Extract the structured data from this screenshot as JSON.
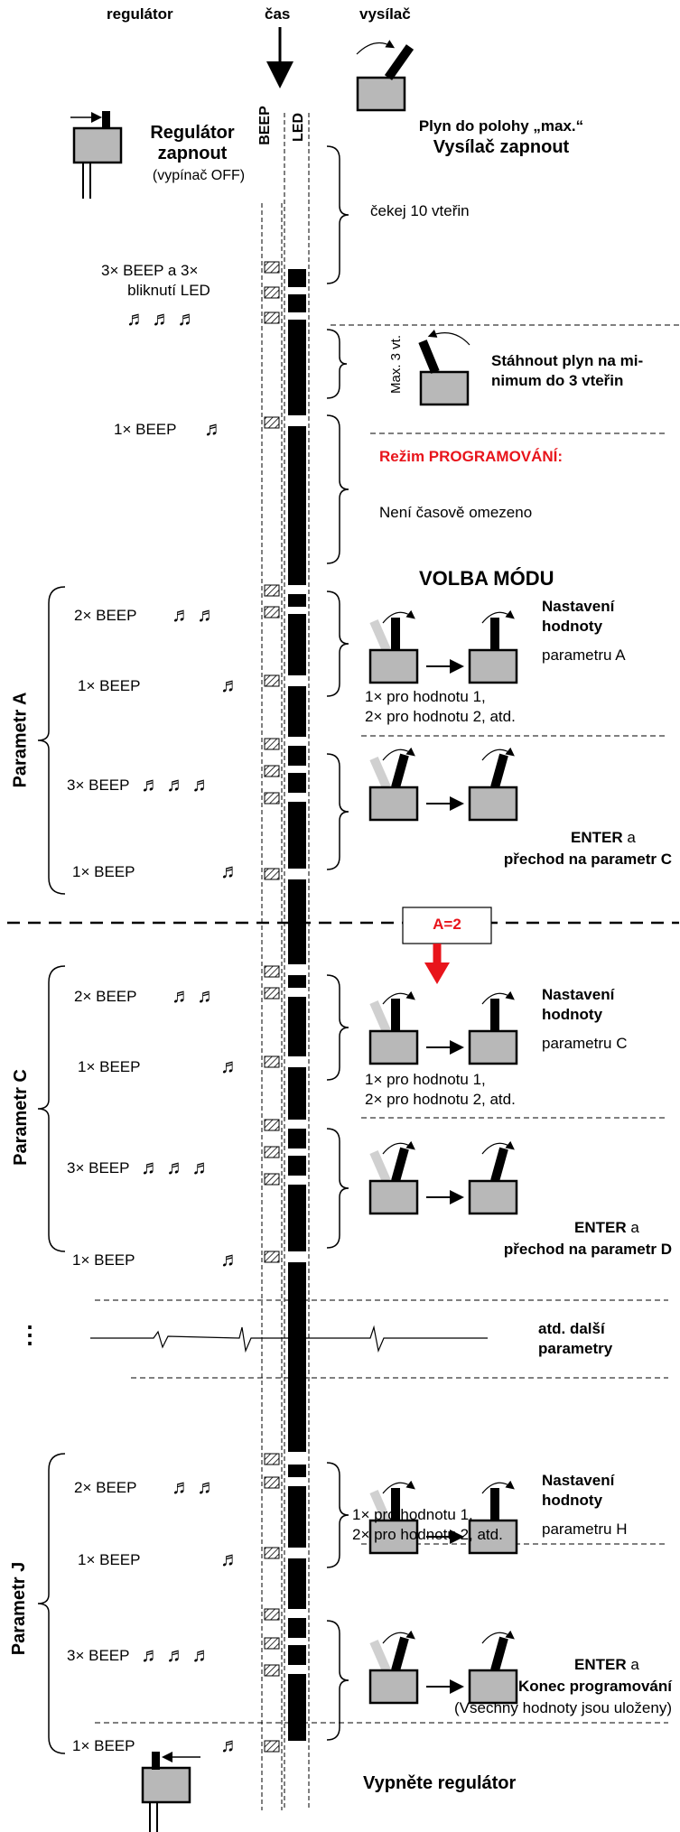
{
  "header": {
    "col_controller": "regulátor",
    "col_time": "čas",
    "col_transmitter": "vysílač",
    "beep_label": "BEEP",
    "led_label": "LED"
  },
  "start": {
    "controller_title": "Regulátor zapnout",
    "controller_title_1": "Regulátor",
    "controller_title_2": "zapnout",
    "controller_sub": "(vypínač OFF)",
    "throttle_max": "Plyn do polohy „max.“",
    "tx_on": "Vysílač zapnout",
    "wait": "čekej  10 vteřin",
    "beeps3_line1": "3× BEEP a  3×",
    "beeps3_line2": "bliknutí LED",
    "max3": "Max. 3 vt.",
    "throttle_min_1": "Stáhnout plyn na mi-",
    "throttle_min_2": "nimum do 3 vteřin",
    "beep1": "1× BEEP",
    "prog_mode": "Režim PROGRAMOVÁNÍ:",
    "unlimited": "Není časově omezeno",
    "mode_select": "VOLBA  MÓDU"
  },
  "section_a": {
    "label": "Parametr A",
    "beep2": "2× BEEP",
    "beep1a": "1× BEEP",
    "beep3": "3× BEEP",
    "beep1b": "1× BEEP",
    "set_1": "Nastavení",
    "set_2": "hodnoty",
    "set_3": "parametru A",
    "val_1": "1× pro hodnotu 1,",
    "val_2": "2× pro hodnotu 2, atd.",
    "enter": "ENTER",
    "enter_a": "a",
    "next": "přechod na parametr C"
  },
  "example": {
    "label": "A=2"
  },
  "section_c": {
    "label": "Parametr C",
    "beep2": "2× BEEP",
    "beep1a": "1× BEEP",
    "beep3": "3× BEEP",
    "beep1b": "1× BEEP",
    "set_1": "Nastavení",
    "set_2": "hodnoty",
    "set_3": "parametru C",
    "val_1": "1× pro hodnotu 1,",
    "val_2": "2× pro hodnotu 2, atd.",
    "enter": "ENTER",
    "enter_a": "a",
    "next": "přechod na parametr D"
  },
  "more": {
    "dots": "⋮",
    "text_1": "atd. další",
    "text_2": "parametry"
  },
  "section_j": {
    "label": "Parametr J",
    "beep2": "2× BEEP",
    "beep1a": "1× BEEP",
    "beep3": "3× BEEP",
    "beep1b": "1× BEEP",
    "set_1": "Nastavení",
    "set_2": "hodnoty",
    "set_3": "parametru H",
    "val_1": "1× pro hodnotu 1,",
    "val_2": "2× pro hodnotu 2, atd.",
    "enter": "ENTER",
    "enter_a": "a",
    "end": "Konec programování",
    "saved": "(Všechny hodnoty jsou uloženy)"
  },
  "finish": {
    "off": "Vypněte regulátor"
  },
  "colors": {
    "accent_red": "#e8141b",
    "box_gray": "#b8b8b8",
    "stick_light": "#d0d0d0"
  },
  "icons": [
    "music-note-icon",
    "switch-icon",
    "transmitter-icon",
    "arrow-right-icon",
    "red-arrow-down-icon",
    "brace-icon"
  ]
}
